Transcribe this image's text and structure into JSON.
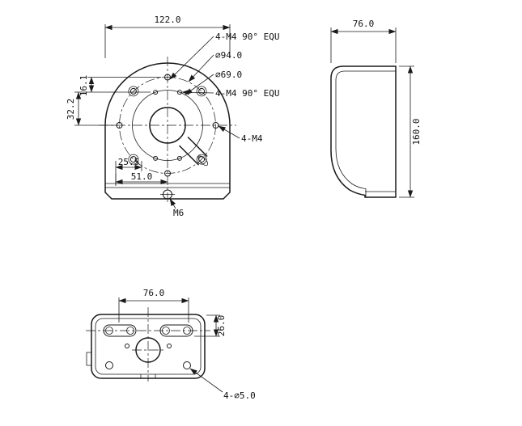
{
  "drawing": {
    "front": {
      "dim_width": "122.0",
      "dim_hole_offset": "16.1",
      "dim_center_offset": "32.2",
      "dim_base_1": "25.5",
      "dim_base_2": "51.0",
      "thread_label": "M6",
      "callout_top_holes": "4-M4 90° EQU",
      "callout_bolt_circle": "∅94.0",
      "callout_inner_circle": "∅69.0",
      "callout_mid_holes": "4-M4 90° EQU",
      "callout_side_holes": "4-M4"
    },
    "side": {
      "dim_width": "76.0",
      "dim_height": "160.0"
    },
    "bottom": {
      "dim_width": "76.0",
      "dim_slot_height": "26.0",
      "callout_holes": "4-∅5.0"
    }
  }
}
